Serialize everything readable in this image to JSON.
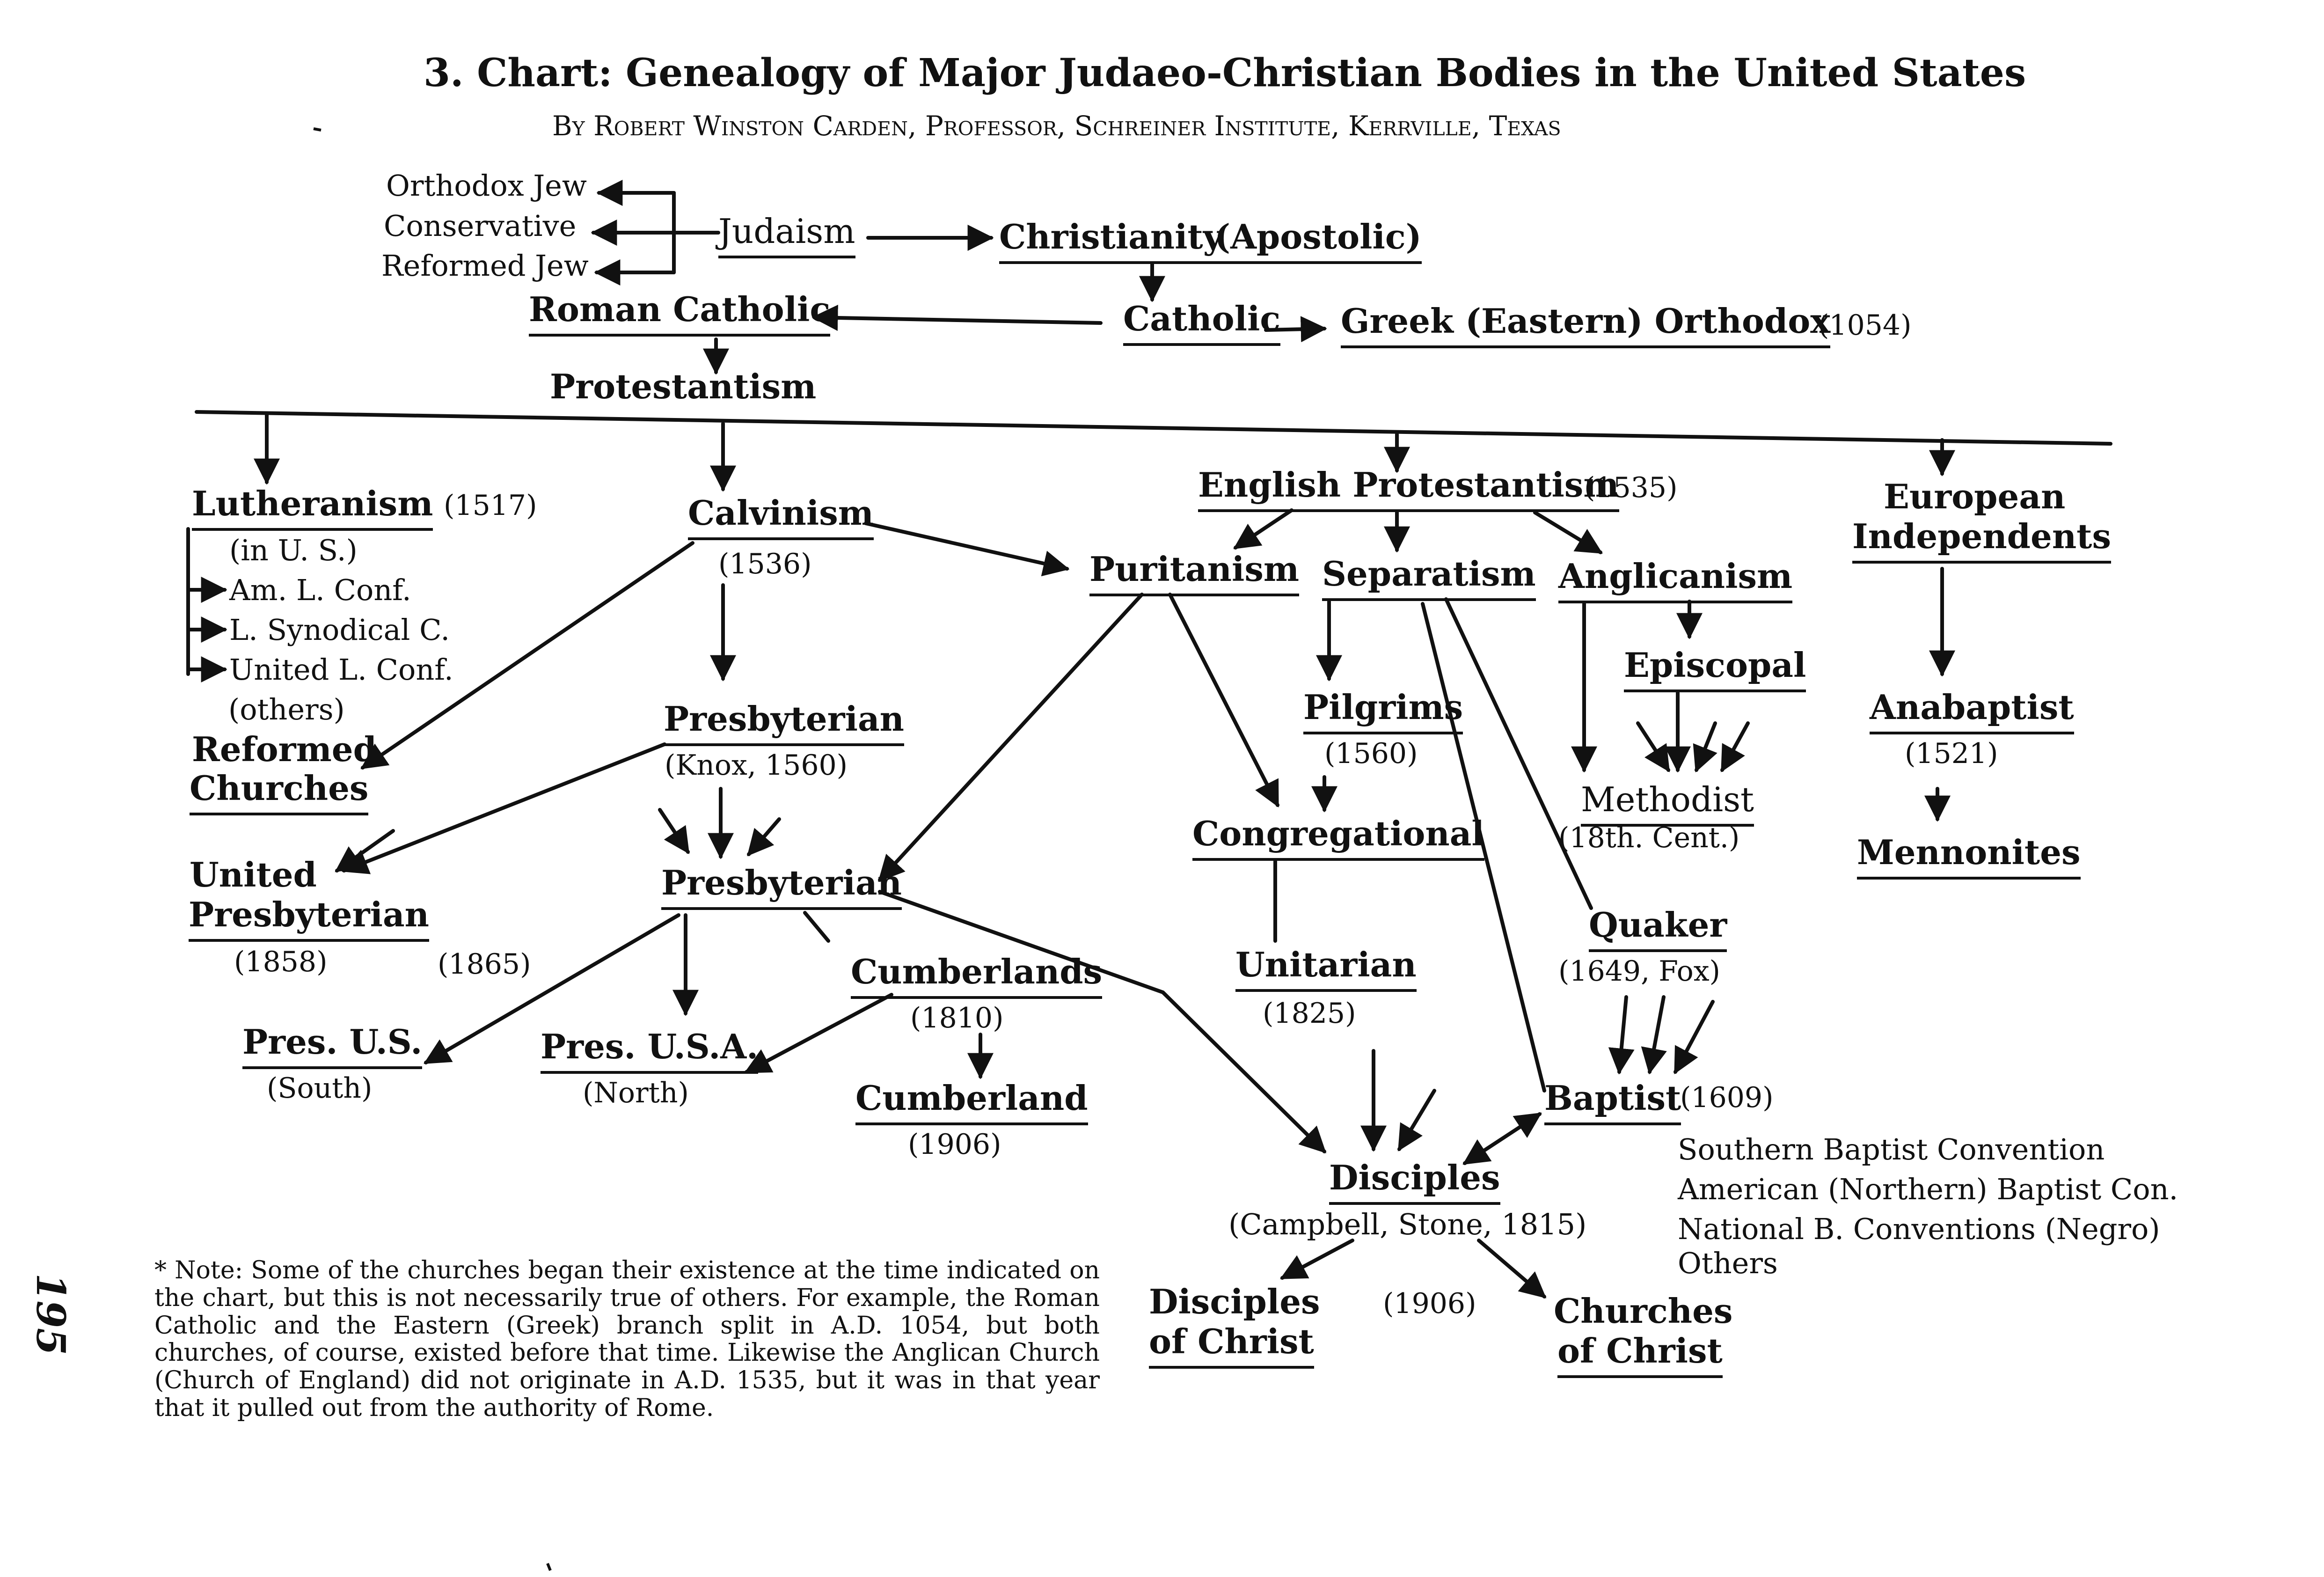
{
  "page": {
    "title": "3. Chart: Genealogy of Major Judaeo-Christian Bodies in the United States",
    "byline": "By Robert Winston Carden, Professor, Schreiner Institute, Kerrville, Texas",
    "page_number": "195"
  },
  "nodes": {
    "orthodox_jew": "Orthodox Jew",
    "conservative": "Conservative",
    "reformed_jew": "Reformed Jew",
    "judaism": "Judaism",
    "christianity": "Christianity",
    "apostolic": "(Apostolic)",
    "roman_catholic": "Roman Catholic",
    "catholic": "Catholic",
    "greek_orthodox": "Greek (Eastern) Orthodox",
    "greek_orthodox_date": "(1054)",
    "protestantism": "Protestantism",
    "lutheranism": "Lutheranism",
    "lutheranism_date": "(1517)",
    "lutheran_in_us": "(in U. S.)",
    "lutheran_am": "Am. L. Conf.",
    "lutheran_synodical": "L. Synodical C.",
    "lutheran_united": "United L. Conf.",
    "lutheran_others": "(others)",
    "calvinism": "Calvinism",
    "calvinism_date": "(1536)",
    "english_protestantism": "English Protestantism",
    "english_protestantism_date": "(1535)",
    "european_independents_1": "European",
    "european_independents_2": "Independents",
    "puritanism": "Puritanism",
    "separatism": "Separatism",
    "anglicanism": "Anglicanism",
    "episcopal": "Episcopal",
    "methodist": "Methodist",
    "methodist_date": "(18th. Cent.)",
    "pilgrims": "Pilgrims",
    "pilgrims_date": "(1560)",
    "congregational": "Congregational",
    "unitarian": "Unitarian",
    "unitarian_date": "(1825)",
    "quaker": "Quaker",
    "quaker_date": "(1649, Fox)",
    "baptist": "Baptist",
    "baptist_date": "(1609)",
    "baptist_southern": "Southern Baptist Convention",
    "baptist_american": "American (Northern) Baptist Con.",
    "baptist_national": "National B. Conventions (Negro)",
    "baptist_others": "Others",
    "anabaptist": "Anabaptist",
    "anabaptist_date": "(1521)",
    "mennonites": "Mennonites",
    "reformed_churches_1": "Reformed",
    "reformed_churches_2": "Churches",
    "presbyterian_knox": "Presbyterian",
    "presbyterian_knox_date": "(Knox, 1560)",
    "united_presbyterian_1": "United",
    "united_presbyterian_2": "Presbyterian",
    "united_presbyterian_date": "(1858)",
    "presbyterian": "Presbyterian",
    "date_1865": "(1865)",
    "pres_us": "Pres. U.S.",
    "pres_us_region": "(South)",
    "pres_usa": "Pres. U.S.A.",
    "pres_usa_region": "(North)",
    "cumberlands": "Cumberlands",
    "cumberlands_date": "(1810)",
    "cumberland": "Cumberland",
    "cumberland_date": "(1906)",
    "disciples": "Disciples",
    "disciples_founders": "(Campbell, Stone, 1815)",
    "disciples_of_christ_1": "Disciples",
    "disciples_of_christ_2": "of Christ",
    "date_1906": "(1906)",
    "churches_of_christ_1": "Churches",
    "churches_of_christ_2": "of Christ"
  },
  "note": {
    "text": "* Note: Some of the churches began their existence at the time indicated on the chart, but this is not necessarily true of others. For example, the Roman Catholic and the Eastern (Greek) branch split in A.D. 1054, but both churches, of course, existed before that time. Likewise the Anglican Church (Church of England) did not originate in A.D. 1535, but it was in that year that it pulled out from the authority of Rome."
  }
}
